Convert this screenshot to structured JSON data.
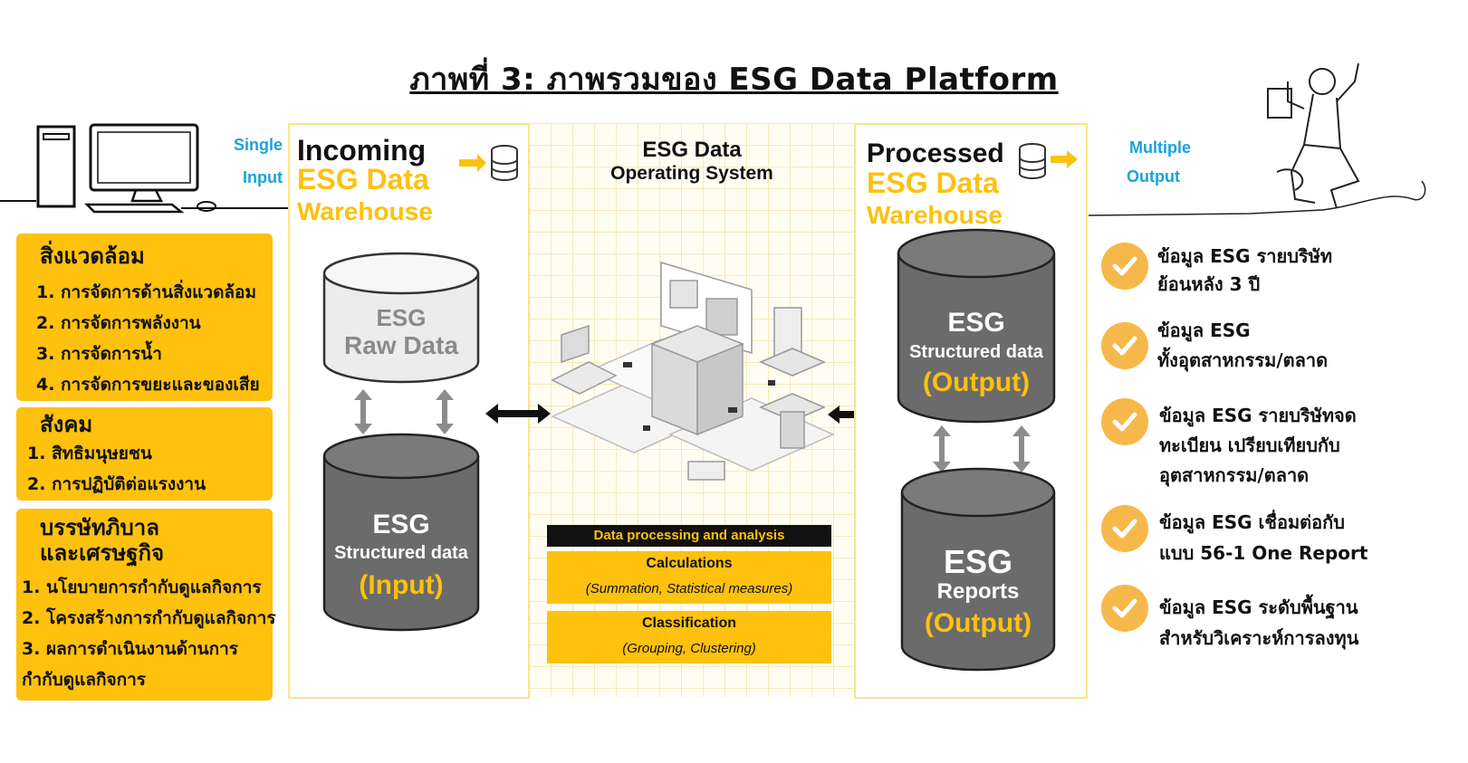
{
  "title": "ภาพที่ 3: ภาพรวมของ ESG Data Platform",
  "labels": {
    "single_input": [
      "Single",
      "Input"
    ],
    "multiple_output": [
      "Multiple",
      "Output"
    ]
  },
  "categories": [
    {
      "title": "สิ่งแวดล้อม",
      "items": [
        "1. การจัดการด้านสิ่งแวดล้อม",
        "2. การจัดการพลังงาน",
        "3. การจัดการน้ำ",
        "4. การจัดการขยะและของเสีย"
      ]
    },
    {
      "title": "สังคม",
      "items": [
        "1. สิทธิมนุษยชน",
        "2. การปฏิบัติต่อแรงงาน"
      ]
    },
    {
      "title_lines": [
        "บรรษัทภิบาล",
        "และเศรษฐกิจ"
      ],
      "items": [
        "1. นโยบายการกำกับดูแลกิจการ",
        "2. โครงสร้างการกำกับดูแลกิจการ",
        "3. ผลการดำเนินงานด้านการ",
        "กำกับดูแลกิจการ"
      ]
    }
  ],
  "incoming": {
    "line1": "Incoming",
    "line2": "ESG Data",
    "line3": "Warehouse",
    "raw_cyl": [
      "ESG",
      "Raw Data"
    ],
    "structured_cyl": [
      "ESG",
      "Structured data",
      "(Input)"
    ]
  },
  "os": {
    "line1": "ESG Data",
    "line2": "Operating System",
    "header": "Data processing and analysis",
    "calc_title": "Calculations",
    "calc_sub": "(Summation, Statistical  measures)",
    "class_title": "Classification",
    "class_sub": "(Grouping, Clustering)"
  },
  "processed": {
    "line1": "Processed",
    "line2": "ESG Data",
    "line3": "Warehouse",
    "structured_cyl": [
      "ESG",
      "Structured data",
      "(Output)"
    ],
    "reports_cyl": [
      "ESG",
      "Reports",
      "(Output)"
    ]
  },
  "outputs": [
    [
      "ข้อมูล ESG รายบริษัท",
      "ย้อนหลัง 3 ปี"
    ],
    [
      "ข้อมูล ESG",
      "ทั้งอุตสาหกรรม/ตลาด"
    ],
    [
      "ข้อมูล ESG รายบริษัทจด",
      "ทะเบียน เปรียบเทียบกับ",
      "อุตสาหกรรม/ตลาด"
    ],
    [
      "ข้อมูล ESG เชื่อมต่อกับ",
      "แบบ 56-1 One Report"
    ],
    [
      "ข้อมูล ESG ระดับพื้นฐาน",
      "สำหรับวิเคราะห์การลงทุน"
    ]
  ],
  "colors": {
    "gold": "#fdc10e",
    "blue_label": "#1aa2d8",
    "cylinder_dark": "#6b6b6b",
    "cylinder_light": "#ececec",
    "check": "#f7b84b"
  }
}
